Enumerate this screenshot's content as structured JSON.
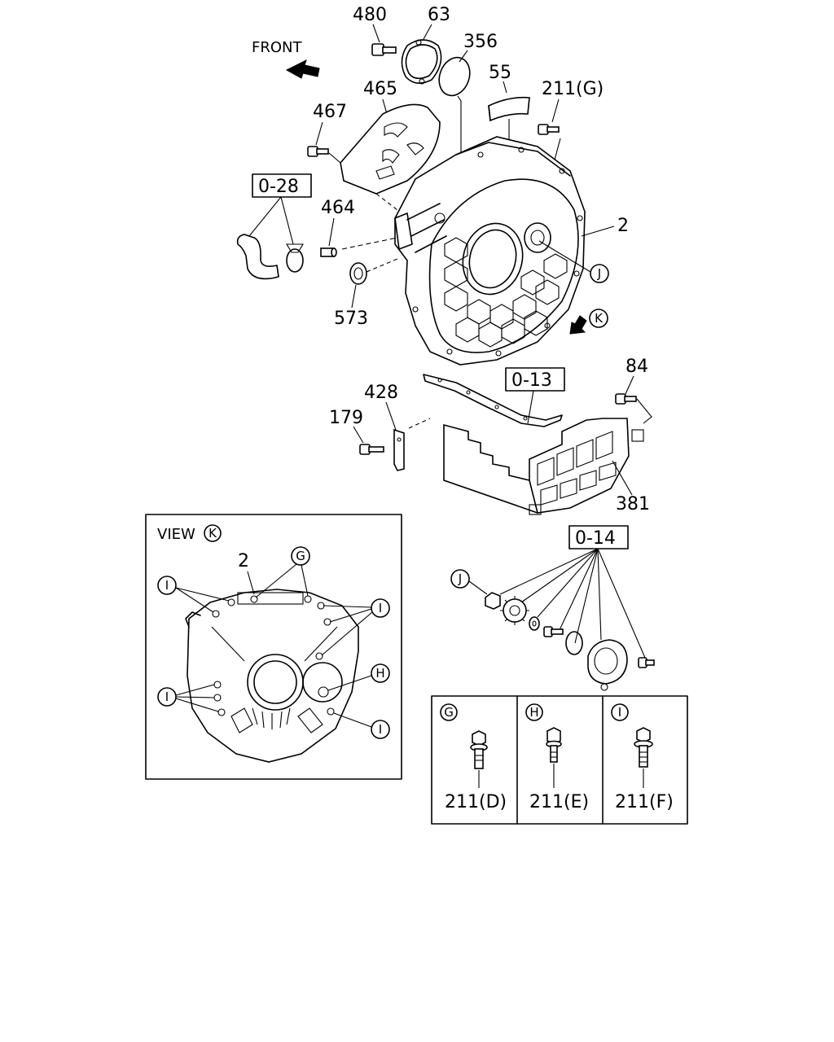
{
  "labels": {
    "front": "FRONT",
    "p480": "480",
    "p63": "63",
    "p356": "356",
    "p55": "55",
    "p211g": "211(G)",
    "p465": "465",
    "p467": "467",
    "p0_28": "0-28",
    "p464": "464",
    "p2": "2",
    "pJ": "J",
    "p573": "573",
    "pK": "K",
    "p84": "84",
    "p0_13": "0-13",
    "p428": "428",
    "p179": "179",
    "p381": "381",
    "view": "VIEW",
    "viewK": "K",
    "v2": "2",
    "vG": "G",
    "vI1": "I",
    "vI2": "I",
    "vI3": "I",
    "vH": "H",
    "vI4": "I",
    "p0_14": "0-14",
    "kJ": "J",
    "tG": "G",
    "tH": "H",
    "tI": "I",
    "t211d": "211(D)",
    "t211e": "211(E)",
    "t211f": "211(F)"
  }
}
